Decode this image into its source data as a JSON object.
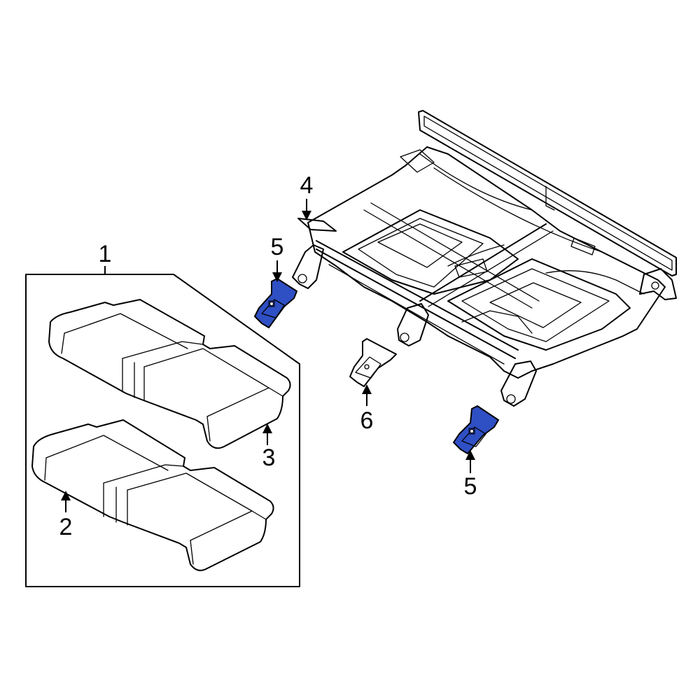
{
  "callouts": {
    "c1": "1",
    "c2": "2",
    "c3": "3",
    "c4": "4",
    "c5a": "5",
    "c5b": "5",
    "c6": "6"
  },
  "colors": {
    "highlight": "#2f4fc4",
    "line": "#000000",
    "background": "#ffffff"
  }
}
